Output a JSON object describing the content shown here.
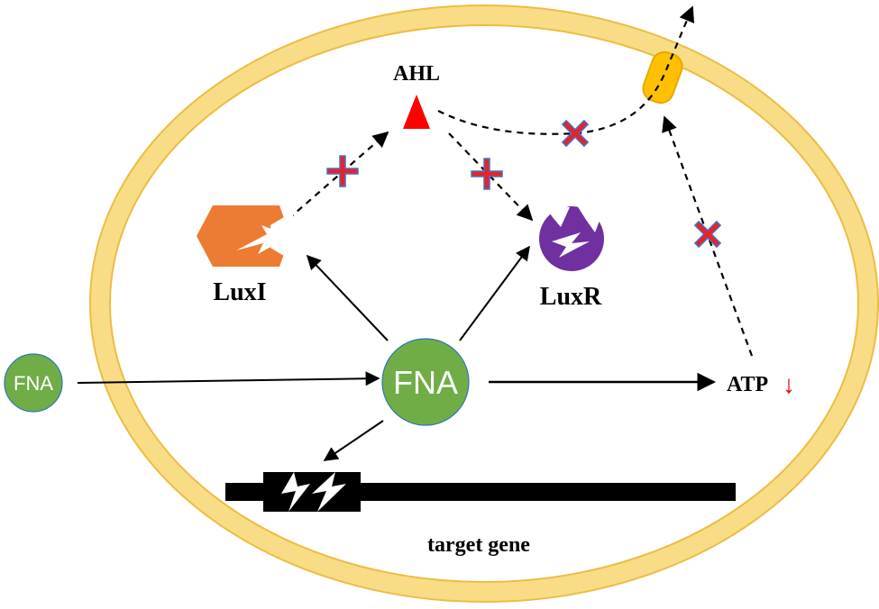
{
  "labels": {
    "ahl": "AHL",
    "luxi": "LuxI",
    "luxr": "LuxR",
    "fna_outside": "FNA",
    "fna_inside": "FNA",
    "atp": "ATP",
    "atp_down_arrow": "↓",
    "target_gene": "target gene"
  },
  "colors": {
    "membrane": "#F9DC86",
    "membrane_edge": "#E9BE43",
    "ahl_triangle": "#FF0000",
    "luxi": "#EC7B34",
    "luxr": "#7030A0",
    "fna_circle": "#70AD47",
    "fna_circle_edge": "#2E75B6",
    "inhibit_cross": "#E8222A",
    "inhibit_cross_edge": "#4472C4",
    "transporter": "#FFC000",
    "gene_bar": "#000000",
    "atp_arrow": "#E00000"
  }
}
